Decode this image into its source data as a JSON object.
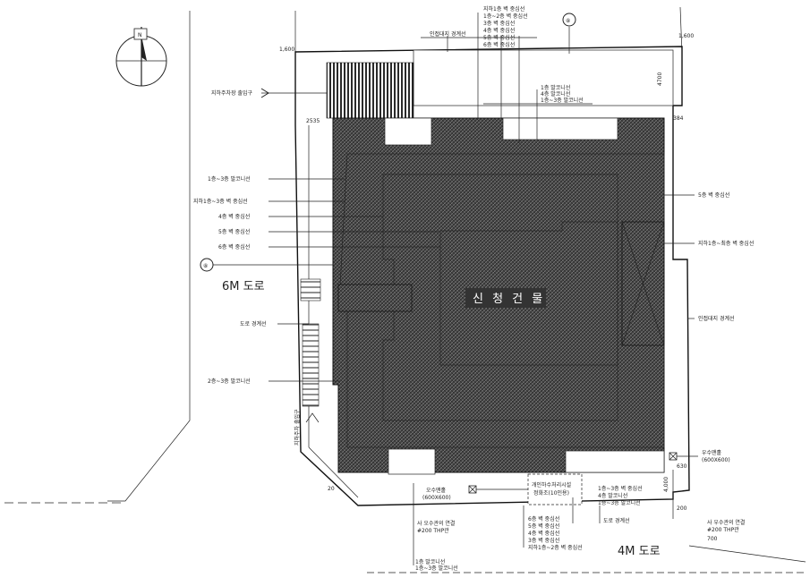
{
  "building": {
    "label": "신 청 건 물"
  },
  "roads": {
    "west": "6M 도로",
    "south": "4M 도로"
  },
  "north_mark": {
    "label": "N"
  },
  "circle_markers": {
    "top": "⑧",
    "left": "⑧"
  },
  "dimensions": {
    "d1": "1,600",
    "d2": "1,600",
    "d3": "2535",
    "d4": "4700",
    "d5": "384",
    "d6": "630",
    "d7": "4,000",
    "d8": "200",
    "d9": "700",
    "d10": "20"
  },
  "top_labels": [
    "지하1층 벽 중심선",
    "1층~2층 벽 중심선",
    "3층 벽 중심선",
    "4층 벽 중심선",
    "5층 벽 중심선",
    "6층 벽 중심선"
  ],
  "top_left_label": "인접대지 경계선",
  "top_mid_labels": [
    "1층 발코니선",
    "4층 발코니선",
    "1층~3층 발코니선"
  ],
  "left_labels": [
    "지하주차장 출입구",
    "1층~3층 발코니선",
    "지하1층~3층 벽 중심선",
    "4층 벽 중심선",
    "5층 벽 중심선",
    "6층 벽 중심선",
    "도로 경계선",
    "2층~3층 발코니선",
    "지하주차 출입구"
  ],
  "right_labels": [
    "5층 벽 중심선",
    "지하1층~최층 벽 중심선",
    "인접대지 경계선"
  ],
  "bottom_labels": {
    "water_left_1": "오수맨홀",
    "water_left_2": "(600X600)",
    "septic_1": "개인하수처리시설",
    "septic_2": "정화조(10인용)",
    "pipe_left_1": "사 오수관의 연결",
    "pipe_left_2": "#200 THP관",
    "balcony_low_1": "1층 발코니선",
    "balcony_low_2": "1층~3층 발코니선",
    "mid_stack": [
      "6층 벽 중심선",
      "5층 벽 중심선",
      "4층 벽 중심선",
      "3층 벽 중심선",
      "지하1층~2층 벽 중심선"
    ],
    "right_stack": [
      "1층~3층 벽 중심선",
      "4층 발코니선",
      "1층~3층 발코니선"
    ],
    "road_line": "도로 경계선",
    "rain_1": "우수맨홀",
    "rain_2": "(600X600)",
    "pipe_right_1": "사 우수관의 연결",
    "pipe_right_2": "#200 THP관"
  }
}
